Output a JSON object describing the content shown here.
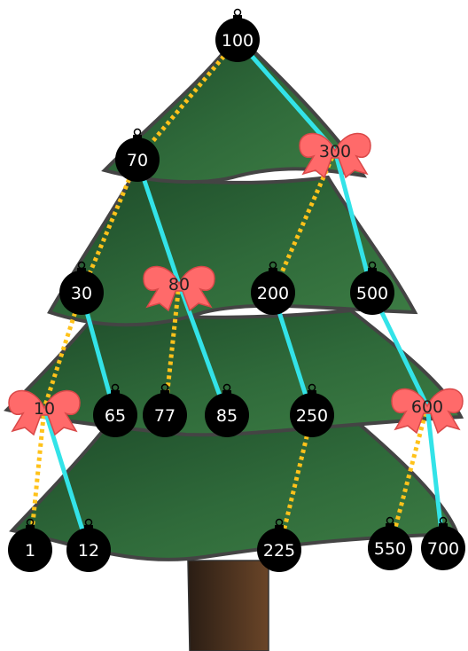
{
  "colors": {
    "tree": "#2f6a3a",
    "tree_dark": "#1f4f2b",
    "tree_edge": "#444444",
    "trunk": "#5a3c24",
    "ornament": "#000000",
    "bow": "#ff6a6a",
    "left_edge": "#ffc21a",
    "right_edge": "#33e3e8"
  },
  "nodes": [
    {
      "id": "n100",
      "label": "100",
      "style": "ornament"
    },
    {
      "id": "n70",
      "label": "70",
      "style": "ornament"
    },
    {
      "id": "n300",
      "label": "300",
      "style": "bow"
    },
    {
      "id": "n30",
      "label": "30",
      "style": "ornament"
    },
    {
      "id": "n80",
      "label": "80",
      "style": "bow"
    },
    {
      "id": "n200",
      "label": "200",
      "style": "ornament"
    },
    {
      "id": "n500",
      "label": "500",
      "style": "ornament"
    },
    {
      "id": "n10",
      "label": "10",
      "style": "bow"
    },
    {
      "id": "n65",
      "label": "65",
      "style": "ornament"
    },
    {
      "id": "n77",
      "label": "77",
      "style": "ornament"
    },
    {
      "id": "n85",
      "label": "85",
      "style": "ornament"
    },
    {
      "id": "n250",
      "label": "250",
      "style": "ornament"
    },
    {
      "id": "n600",
      "label": "600",
      "style": "bow"
    },
    {
      "id": "n1",
      "label": "1",
      "style": "ornament"
    },
    {
      "id": "n12",
      "label": "12",
      "style": "ornament"
    },
    {
      "id": "n225",
      "label": "225",
      "style": "ornament"
    },
    {
      "id": "n550",
      "label": "550",
      "style": "ornament"
    },
    {
      "id": "n700",
      "label": "700",
      "style": "ornament"
    }
  ],
  "edges": [
    {
      "from": "n100",
      "to": "n70",
      "kind": "left"
    },
    {
      "from": "n100",
      "to": "n300",
      "kind": "right"
    },
    {
      "from": "n70",
      "to": "n30",
      "kind": "left"
    },
    {
      "from": "n70",
      "to": "n80",
      "kind": "right"
    },
    {
      "from": "n300",
      "to": "n200",
      "kind": "left"
    },
    {
      "from": "n300",
      "to": "n500",
      "kind": "right"
    },
    {
      "from": "n30",
      "to": "n10",
      "kind": "left"
    },
    {
      "from": "n30",
      "to": "n65",
      "kind": "right"
    },
    {
      "from": "n80",
      "to": "n77",
      "kind": "left"
    },
    {
      "from": "n80",
      "to": "n85",
      "kind": "right"
    },
    {
      "from": "n200",
      "to": "n250",
      "kind": "right"
    },
    {
      "from": "n500",
      "to": "n600",
      "kind": "right"
    },
    {
      "from": "n10",
      "to": "n1",
      "kind": "left"
    },
    {
      "from": "n10",
      "to": "n12",
      "kind": "right"
    },
    {
      "from": "n250",
      "to": "n225",
      "kind": "left"
    },
    {
      "from": "n600",
      "to": "n550",
      "kind": "left"
    },
    {
      "from": "n600",
      "to": "n700",
      "kind": "right"
    }
  ]
}
